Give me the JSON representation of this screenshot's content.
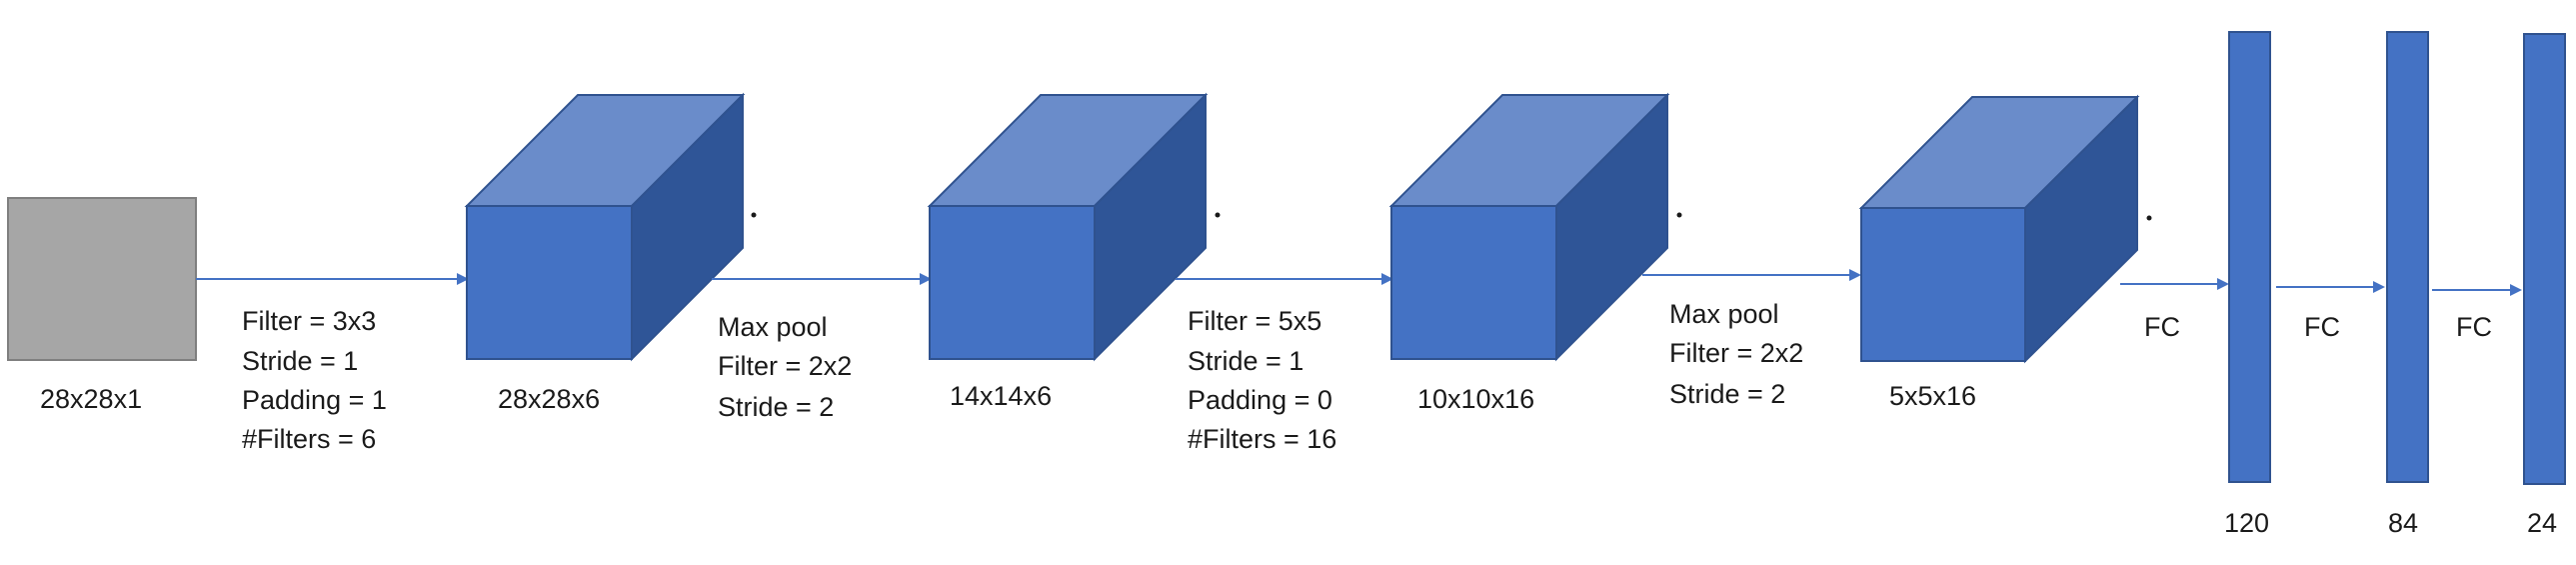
{
  "input_layer": {
    "label": "28x28x1",
    "color": "#a6a6a6"
  },
  "volumes": [
    {
      "label": "28x28x6"
    },
    {
      "label": "14x14x6"
    },
    {
      "label": "10x10x16"
    },
    {
      "label": "5x5x16"
    }
  ],
  "operations": [
    {
      "lines": [
        "Filter = 3x3",
        "Stride = 1",
        "Padding = 1",
        "#Filters = 6"
      ]
    },
    {
      "lines": [
        "Max pool",
        "Filter = 2x2",
        "Stride = 2"
      ]
    },
    {
      "lines": [
        "Filter = 5x5",
        "Stride = 1",
        "Padding = 0",
        "#Filters = 16"
      ]
    },
    {
      "lines": [
        "Max pool",
        "Filter = 2x2",
        "Stride = 2"
      ]
    }
  ],
  "fc_layers": [
    {
      "size": "120",
      "connection_label": "FC"
    },
    {
      "size": "84",
      "connection_label": "FC"
    },
    {
      "size": "24",
      "connection_label": "FC"
    }
  ],
  "colors": {
    "layer_fill": "#4472c4",
    "layer_top": "#6a8cca",
    "layer_side": "#2f5597",
    "arrow": "#4472c4"
  }
}
